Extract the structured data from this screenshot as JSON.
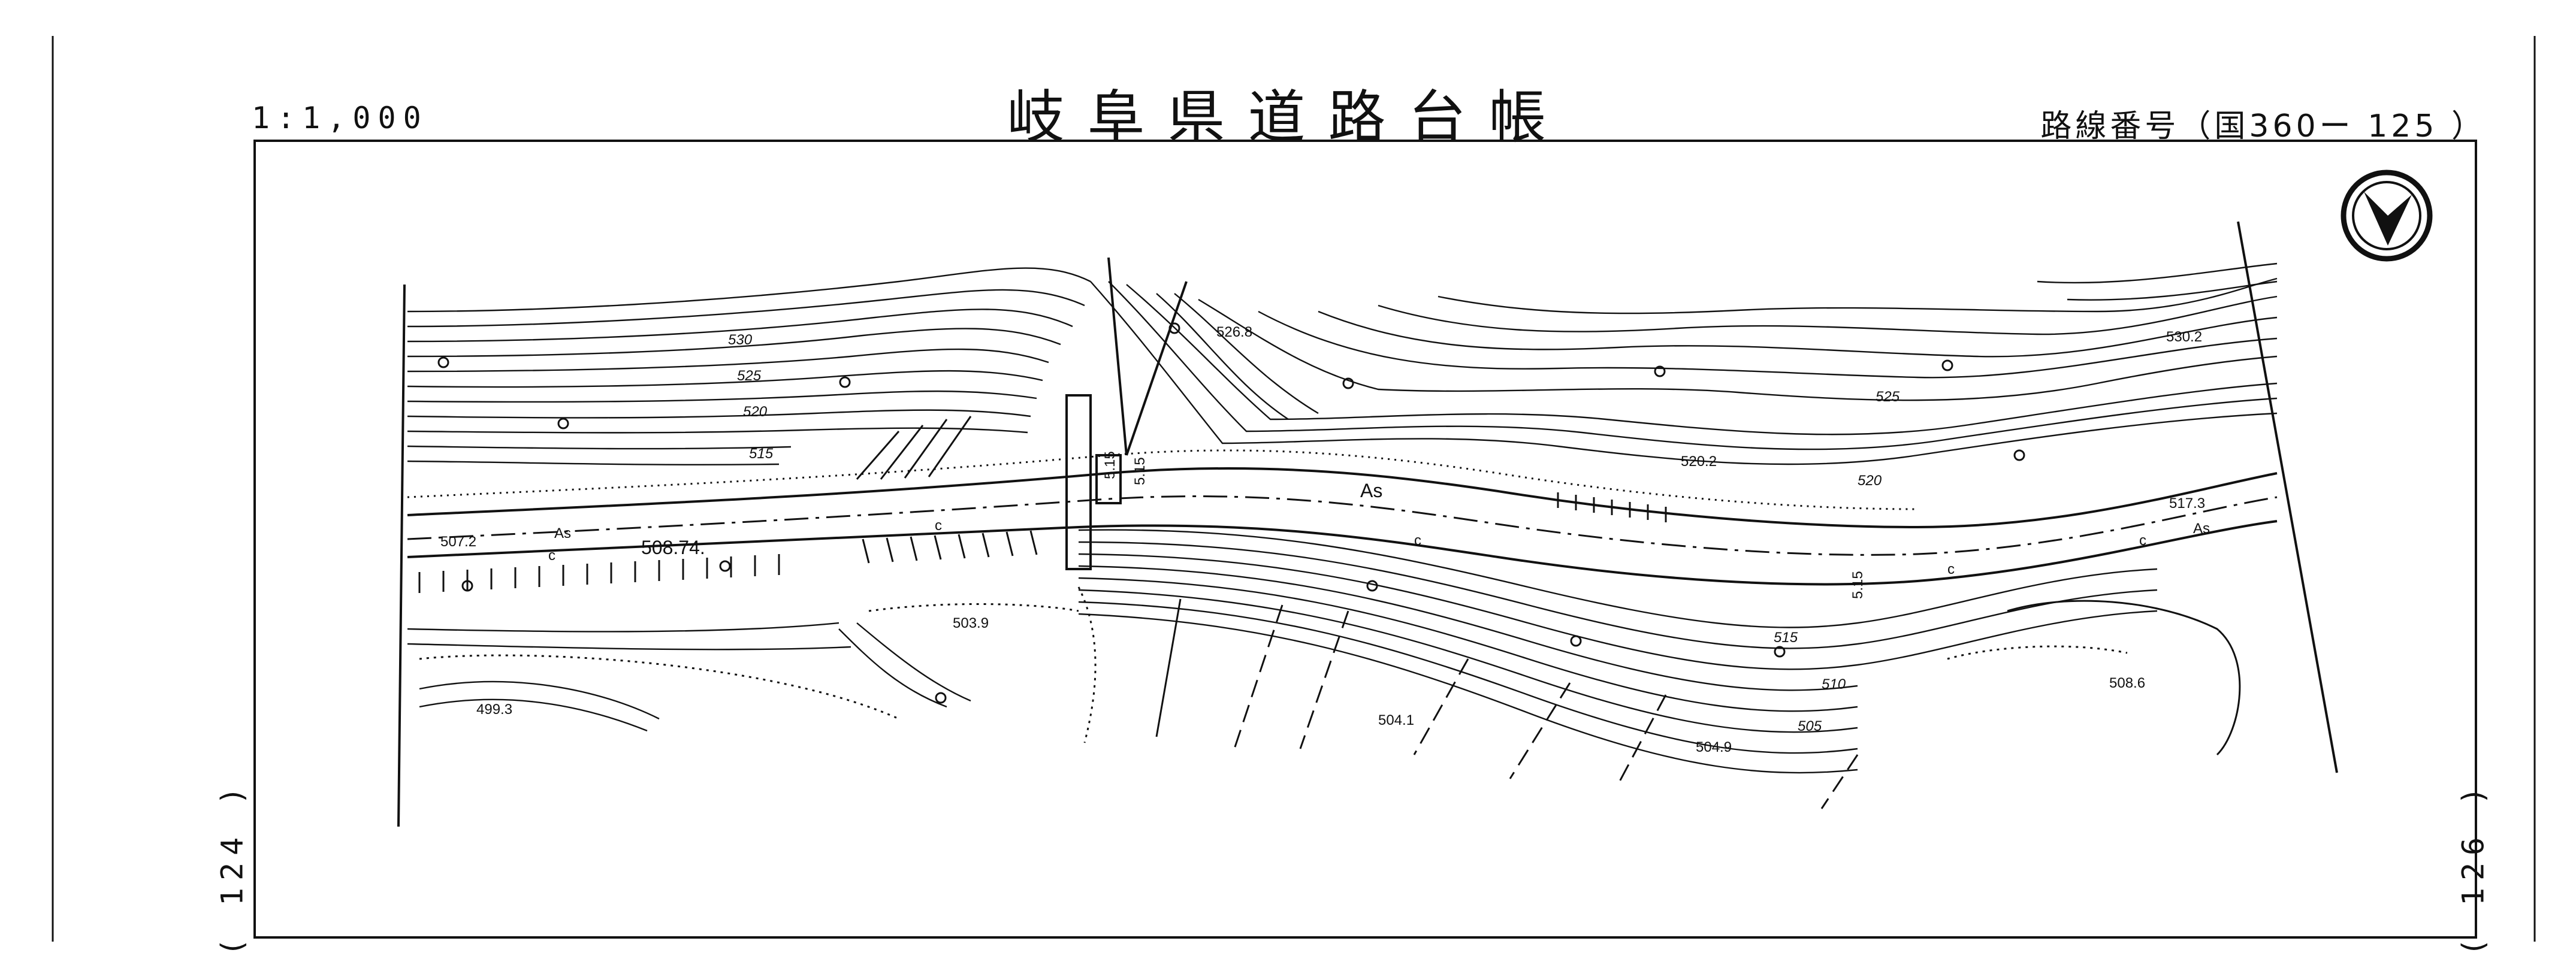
{
  "header": {
    "scale": "1:1,000",
    "title": "岐阜県道路台帳",
    "route_label": "路線番号（国360ー 125 ）"
  },
  "adjacent_sheets": {
    "left": "( 124 )",
    "right": "( 126 )"
  },
  "map": {
    "elevations": {
      "e5268": "526.8",
      "e5302": "530.2",
      "e5202": "520.2",
      "e5173": "517.3",
      "e5072": "507.2",
      "e50874": "508.74.",
      "e5039": "503.9",
      "e4993": "499.3",
      "e5041": "504.1",
      "e5049": "504.9",
      "e5086": "508.6"
    },
    "contour_labels": {
      "c530": "530",
      "c525": "525",
      "c520": "520",
      "c515": "515",
      "c525r": "525",
      "c520r": "520",
      "c515r": "515",
      "c510r": "510",
      "c505r": "505"
    },
    "road_marks": {
      "as1": "As",
      "as2": "As",
      "as3": "As",
      "w1": "5.15",
      "w2": "5.15",
      "w3": "5.15",
      "c1": "c",
      "c2": "c",
      "c3": "c",
      "c4": "c",
      "c5": "c"
    }
  }
}
